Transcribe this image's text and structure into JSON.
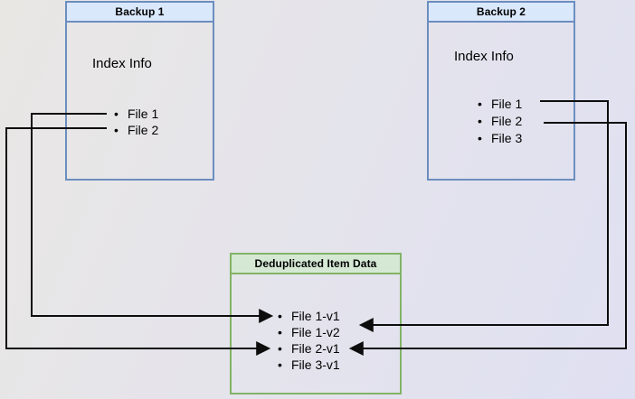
{
  "backup1": {
    "title": "Backup 1",
    "index_label": "Index Info",
    "files": [
      "File 1",
      "File 2"
    ]
  },
  "backup2": {
    "title": "Backup 2",
    "index_label": "Index Info",
    "files": [
      "File 1",
      "File 2",
      "File 3"
    ]
  },
  "dedup": {
    "title": "Deduplicated Item Data",
    "files": [
      "File 1-v1",
      "File 1-v2",
      "File 2-v1",
      "File 3-v1"
    ]
  },
  "connections": [
    {
      "from": "Backup 1 / File 1",
      "to": "File 1-v1"
    },
    {
      "from": "Backup 1 / File 2",
      "to": "File 2-v1"
    },
    {
      "from": "Backup 2 / File 1",
      "to": "File 1-v2"
    },
    {
      "from": "Backup 2 / File 2",
      "to": "File 2-v1"
    }
  ],
  "bullet": "•",
  "colors": {
    "blue_header_fill": "#dae8fc",
    "blue_border": "#6c8ebf",
    "green_header_fill": "#d5e8d4",
    "green_border": "#82b366",
    "connector": "#0d0d0d"
  }
}
